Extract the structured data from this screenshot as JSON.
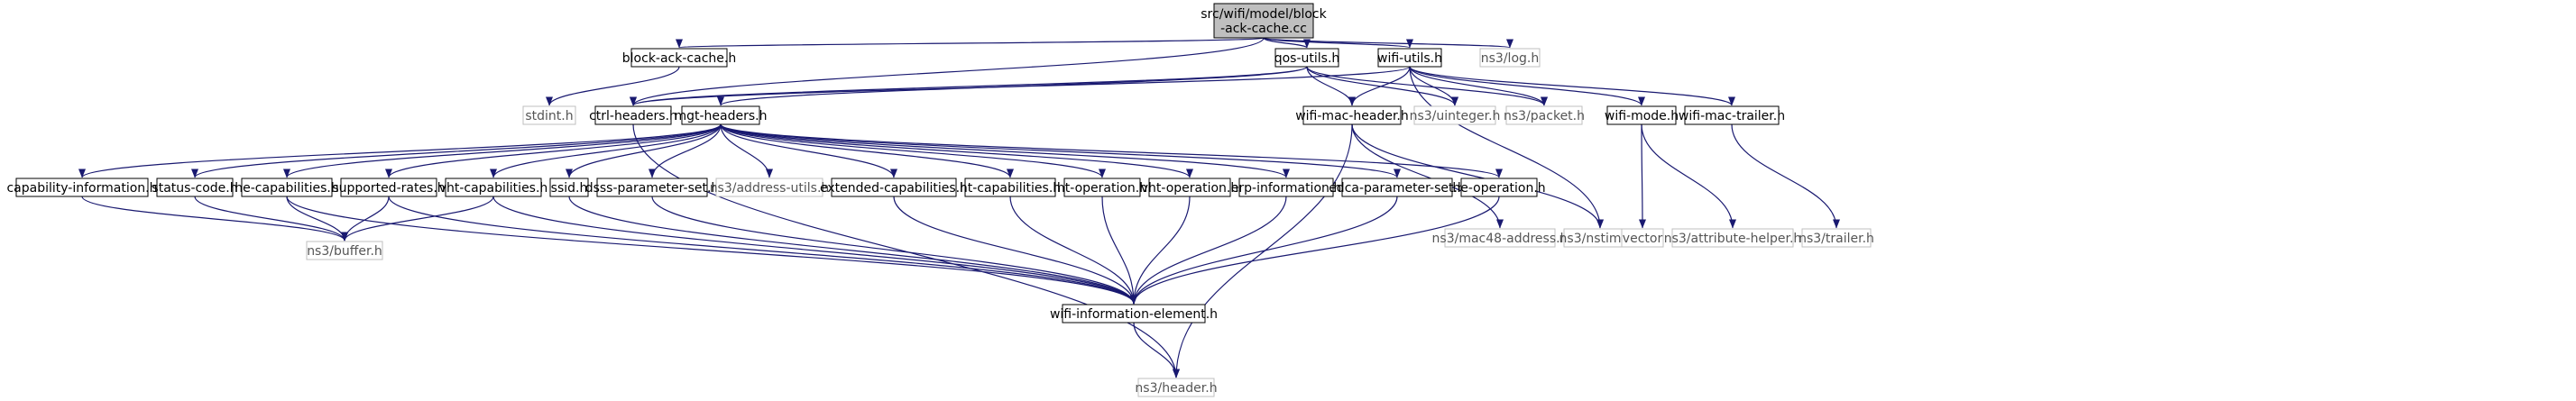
{
  "nodes": [
    {
      "id": "root",
      "lines": [
        "src/wifi/model/block",
        "-ack-cache.cc"
      ],
      "style": "root"
    },
    {
      "id": "block_ack_cache_h",
      "lines": [
        "block-ack-cache.h"
      ],
      "style": "local"
    },
    {
      "id": "qos_utils_h",
      "lines": [
        "qos-utils.h"
      ],
      "style": "local"
    },
    {
      "id": "wifi_utils_h",
      "lines": [
        "wifi-utils.h"
      ],
      "style": "local"
    },
    {
      "id": "ns3_log_h",
      "lines": [
        "ns3/log.h"
      ],
      "style": "external"
    },
    {
      "id": "stdint_h",
      "lines": [
        "stdint.h"
      ],
      "style": "external"
    },
    {
      "id": "ctrl_headers_h",
      "lines": [
        "ctrl-headers.h"
      ],
      "style": "local"
    },
    {
      "id": "mgt_headers_h",
      "lines": [
        "mgt-headers.h"
      ],
      "style": "local"
    },
    {
      "id": "wifi_mac_header_h",
      "lines": [
        "wifi-mac-header.h"
      ],
      "style": "local"
    },
    {
      "id": "ns3_uinteger_h",
      "lines": [
        "ns3/uinteger.h"
      ],
      "style": "external"
    },
    {
      "id": "ns3_packet_h",
      "lines": [
        "ns3/packet.h"
      ],
      "style": "external"
    },
    {
      "id": "wifi_mode_h",
      "lines": [
        "wifi-mode.h"
      ],
      "style": "local"
    },
    {
      "id": "wifi_mac_trailer_h",
      "lines": [
        "wifi-mac-trailer.h"
      ],
      "style": "local"
    },
    {
      "id": "capability_information_h",
      "lines": [
        "capability-information.h"
      ],
      "style": "local"
    },
    {
      "id": "status_code_h",
      "lines": [
        "status-code.h"
      ],
      "style": "local"
    },
    {
      "id": "he_capabilities_h",
      "lines": [
        "he-capabilities.h"
      ],
      "style": "local"
    },
    {
      "id": "supported_rates_h",
      "lines": [
        "supported-rates.h"
      ],
      "style": "local"
    },
    {
      "id": "vht_capabilities_h",
      "lines": [
        "vht-capabilities.h"
      ],
      "style": "local"
    },
    {
      "id": "ssid_h",
      "lines": [
        "ssid.h"
      ],
      "style": "local"
    },
    {
      "id": "dsss_parameter_set_h",
      "lines": [
        "dsss-parameter-set.h"
      ],
      "style": "local"
    },
    {
      "id": "ns3_address_utils_h",
      "lines": [
        "ns3/address-utils.h"
      ],
      "style": "external"
    },
    {
      "id": "extended_capabilities_h",
      "lines": [
        "extended-capabilities.h"
      ],
      "style": "local"
    },
    {
      "id": "ht_capabilities_h",
      "lines": [
        "ht-capabilities.h"
      ],
      "style": "local"
    },
    {
      "id": "ht_operation_h",
      "lines": [
        "ht-operation.h"
      ],
      "style": "local"
    },
    {
      "id": "vht_operation_h",
      "lines": [
        "vht-operation.h"
      ],
      "style": "local"
    },
    {
      "id": "erp_information_h",
      "lines": [
        "erp-information.h"
      ],
      "style": "local"
    },
    {
      "id": "edca_parameter_set_h",
      "lines": [
        "edca-parameter-set.h"
      ],
      "style": "local"
    },
    {
      "id": "he_operation_h",
      "lines": [
        "he-operation.h"
      ],
      "style": "local"
    },
    {
      "id": "ns3_mac48_address_h",
      "lines": [
        "ns3/mac48-address.h"
      ],
      "style": "external"
    },
    {
      "id": "ns3_nstime_h",
      "lines": [
        "ns3/nstime.h"
      ],
      "style": "external"
    },
    {
      "id": "vector",
      "lines": [
        "vector"
      ],
      "style": "external"
    },
    {
      "id": "ns3_attribute_helper_h",
      "lines": [
        "ns3/attribute-helper.h"
      ],
      "style": "external"
    },
    {
      "id": "ns3_trailer_h",
      "lines": [
        "ns3/trailer.h"
      ],
      "style": "external"
    },
    {
      "id": "ns3_buffer_h",
      "lines": [
        "ns3/buffer.h"
      ],
      "style": "external"
    },
    {
      "id": "wifi_information_element_h",
      "lines": [
        "wifi-information-element.h"
      ],
      "style": "local"
    },
    {
      "id": "ns3_header_h",
      "lines": [
        "ns3/header.h"
      ],
      "style": "external"
    }
  ],
  "edges": [
    [
      "root",
      "block_ack_cache_h"
    ],
    [
      "root",
      "qos_utils_h"
    ],
    [
      "root",
      "wifi_utils_h"
    ],
    [
      "root",
      "ns3_log_h"
    ],
    [
      "root",
      "ctrl_headers_h"
    ],
    [
      "block_ack_cache_h",
      "stdint_h"
    ],
    [
      "qos_utils_h",
      "ctrl_headers_h"
    ],
    [
      "qos_utils_h",
      "mgt_headers_h"
    ],
    [
      "qos_utils_h",
      "wifi_mac_header_h"
    ],
    [
      "qos_utils_h",
      "ns3_uinteger_h"
    ],
    [
      "qos_utils_h",
      "ns3_packet_h"
    ],
    [
      "wifi_utils_h",
      "ctrl_headers_h"
    ],
    [
      "wifi_utils_h",
      "wifi_mac_header_h"
    ],
    [
      "wifi_utils_h",
      "ns3_uinteger_h"
    ],
    [
      "wifi_utils_h",
      "ns3_packet_h"
    ],
    [
      "wifi_utils_h",
      "ns3_nstime_h"
    ],
    [
      "wifi_utils_h",
      "wifi_mode_h"
    ],
    [
      "wifi_utils_h",
      "wifi_mac_trailer_h"
    ],
    [
      "ctrl_headers_h",
      "ns3_header_h"
    ],
    [
      "mgt_headers_h",
      "capability_information_h"
    ],
    [
      "mgt_headers_h",
      "status_code_h"
    ],
    [
      "mgt_headers_h",
      "he_capabilities_h"
    ],
    [
      "mgt_headers_h",
      "supported_rates_h"
    ],
    [
      "mgt_headers_h",
      "vht_capabilities_h"
    ],
    [
      "mgt_headers_h",
      "ssid_h"
    ],
    [
      "mgt_headers_h",
      "dsss_parameter_set_h"
    ],
    [
      "mgt_headers_h",
      "ns3_address_utils_h"
    ],
    [
      "mgt_headers_h",
      "extended_capabilities_h"
    ],
    [
      "mgt_headers_h",
      "ht_capabilities_h"
    ],
    [
      "mgt_headers_h",
      "ht_operation_h"
    ],
    [
      "mgt_headers_h",
      "vht_operation_h"
    ],
    [
      "mgt_headers_h",
      "erp_information_h"
    ],
    [
      "mgt_headers_h",
      "edca_parameter_set_h"
    ],
    [
      "mgt_headers_h",
      "he_operation_h"
    ],
    [
      "wifi_mac_header_h",
      "ns3_mac48_address_h"
    ],
    [
      "wifi_mac_header_h",
      "ns3_nstime_h"
    ],
    [
      "wifi_mac_header_h",
      "ns3_header_h"
    ],
    [
      "wifi_mode_h",
      "vector"
    ],
    [
      "wifi_mode_h",
      "ns3_attribute_helper_h"
    ],
    [
      "wifi_mac_trailer_h",
      "ns3_trailer_h"
    ],
    [
      "capability_information_h",
      "ns3_buffer_h"
    ],
    [
      "status_code_h",
      "ns3_buffer_h"
    ],
    [
      "he_capabilities_h",
      "ns3_buffer_h"
    ],
    [
      "he_capabilities_h",
      "wifi_information_element_h"
    ],
    [
      "supported_rates_h",
      "ns3_buffer_h"
    ],
    [
      "supported_rates_h",
      "wifi_information_element_h"
    ],
    [
      "vht_capabilities_h",
      "ns3_buffer_h"
    ],
    [
      "vht_capabilities_h",
      "wifi_information_element_h"
    ],
    [
      "ssid_h",
      "wifi_information_element_h"
    ],
    [
      "dsss_parameter_set_h",
      "wifi_information_element_h"
    ],
    [
      "extended_capabilities_h",
      "wifi_information_element_h"
    ],
    [
      "ht_capabilities_h",
      "wifi_information_element_h"
    ],
    [
      "ht_operation_h",
      "wifi_information_element_h"
    ],
    [
      "vht_operation_h",
      "wifi_information_element_h"
    ],
    [
      "erp_information_h",
      "wifi_information_element_h"
    ],
    [
      "edca_parameter_set_h",
      "wifi_information_element_h"
    ],
    [
      "he_operation_h",
      "wifi_information_element_h"
    ],
    [
      "wifi_information_element_h",
      "ns3_header_h"
    ]
  ],
  "colors": {
    "edge": "#191970",
    "local_border": "#000000",
    "external_border": "#bfbfbf",
    "external_text": "#555555",
    "root_fill": "#bfbfbf",
    "text": "#000000"
  }
}
